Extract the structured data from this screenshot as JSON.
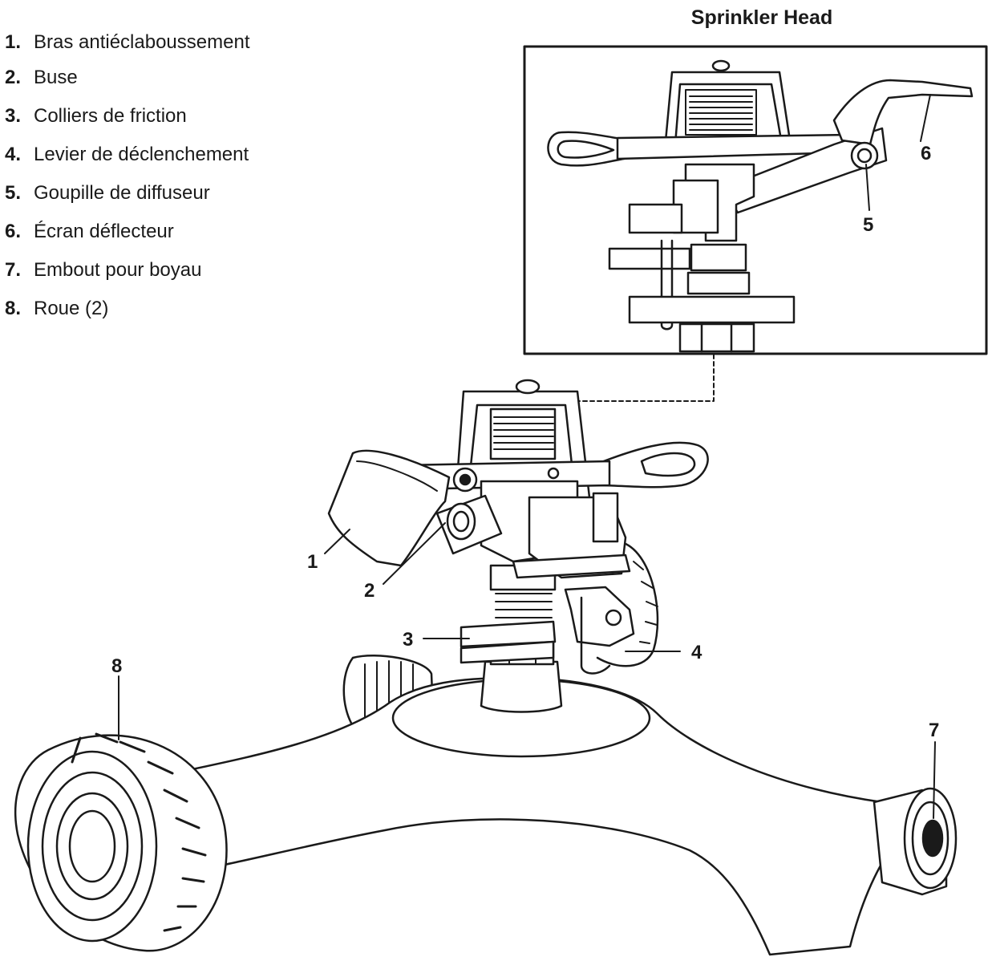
{
  "title": "Sprinkler Head",
  "legend": [
    {
      "num": "1.",
      "label": "Bras antiéclaboussement"
    },
    {
      "num": "2.",
      "label": "Buse"
    },
    {
      "num": "3.",
      "label": "Colliers de friction"
    },
    {
      "num": "4.",
      "label": "Levier de déclenchement"
    },
    {
      "num": "5.",
      "label": "Goupille de diffuseur"
    },
    {
      "num": "6.",
      "label": "Écran déflecteur"
    },
    {
      "num": "7.",
      "label": "Embout pour boyau"
    },
    {
      "num": "8.",
      "label": "Roue (2)"
    }
  ],
  "callouts": [
    "1",
    "2",
    "3",
    "4",
    "5",
    "6",
    "7",
    "8"
  ]
}
